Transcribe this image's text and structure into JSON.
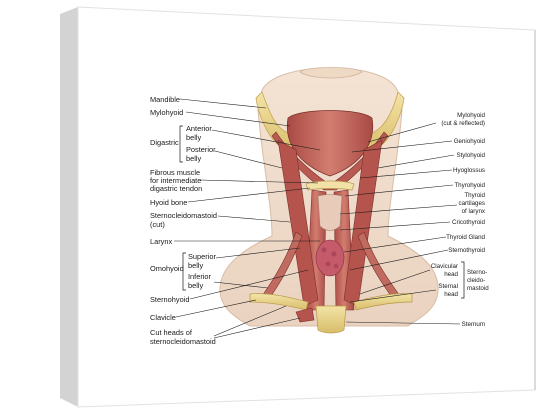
{
  "labels_left": {
    "mandible": "Mandible",
    "mylohyoid": "Mylohyoid",
    "digastric": "Digastric",
    "anterior_belly": [
      "Anterior",
      "belly"
    ],
    "posterior_belly": [
      "Posterior",
      "belly"
    ],
    "fibrous_muscle": [
      "Fibrous muscle",
      "for intermediate",
      "digastric tendon"
    ],
    "hyoid_bone": "Hyoid bone",
    "sternocleidomastoid_cut": [
      "Sternocleidomastoid",
      "(cut)"
    ],
    "larynx": "Larynx",
    "omohyoid": "Omohyoid",
    "superior_belly": [
      "Superior",
      "belly"
    ],
    "inferior_belly": [
      "Inferior",
      "belly"
    ],
    "sternohyoid": "Sternohyoid",
    "clavicle": "Clavicle",
    "cut_heads": [
      "Cut heads of",
      "sternocleidomastoid"
    ]
  },
  "labels_right": {
    "mylohyoid_cut": [
      "Mylohyoid",
      "(cut & reflected)"
    ],
    "geniohyoid": "Geniohyoid",
    "stylohyoid": "Stylohyoid",
    "hyoglossus": "Hyoglossus",
    "thyrohyoid": "Thyrohyoid",
    "thyroid_cartilages": [
      "Thyroid",
      "cartilages",
      "of larynx"
    ],
    "cricothyroid": "Cricothyroid",
    "thyroid_gland": "Thyroid Gland",
    "sternothyroid": "Sternothyroid",
    "clavicular_head": [
      "Clavicular",
      "head"
    ],
    "sternal_head": [
      "Sternal",
      "head"
    ],
    "sternocleidomastoid": [
      "Sterno-",
      "cleido-",
      "mastoid"
    ],
    "sternum": "Sternum"
  }
}
